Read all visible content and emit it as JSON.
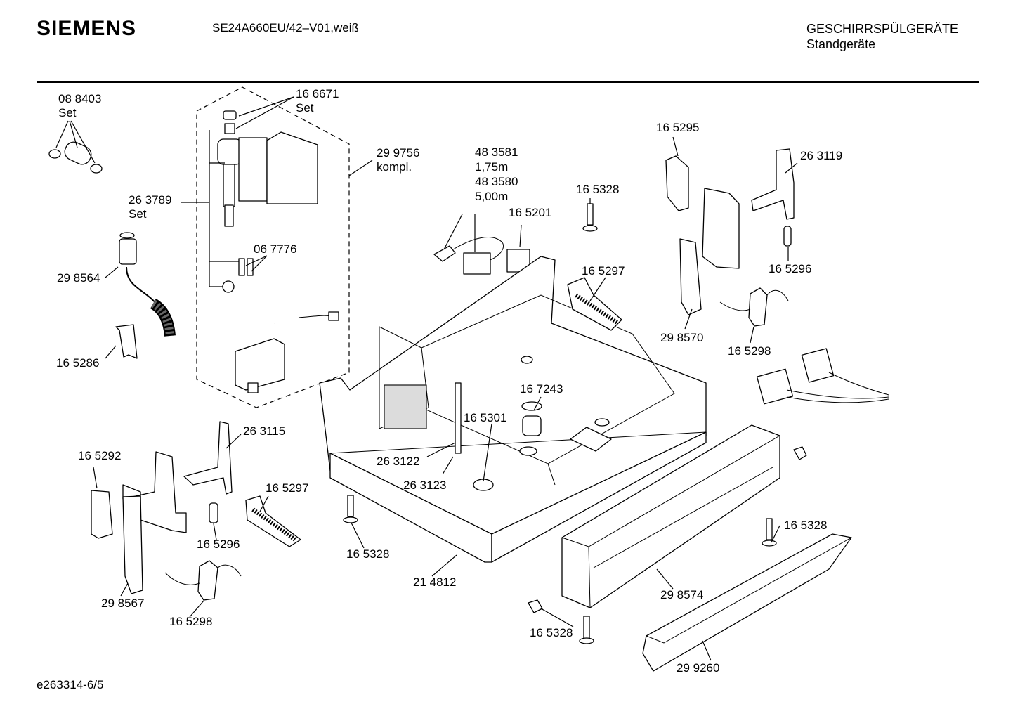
{
  "header": {
    "brand": "SIEMENS",
    "model": "SE24A660EU/42–V01,weiß",
    "category_line1": "GESCHIRRSPÜLGERÄTE",
    "category_line2": "Standgeräte"
  },
  "footer": {
    "code": "e263314-6/5"
  },
  "parts": [
    {
      "id": "p088403",
      "lines": [
        "08 8403",
        "Set"
      ]
    },
    {
      "id": "p166671",
      "lines": [
        "16 6671",
        "Set"
      ]
    },
    {
      "id": "p299756",
      "lines": [
        "29 9756",
        "kompl."
      ]
    },
    {
      "id": "p263789",
      "lines": [
        "26 3789",
        "Set"
      ]
    },
    {
      "id": "p298564",
      "lines": [
        "29 8564"
      ]
    },
    {
      "id": "p067776",
      "lines": [
        "06 7776"
      ]
    },
    {
      "id": "p165286",
      "lines": [
        "16 5286"
      ]
    },
    {
      "id": "p483581",
      "lines": [
        "48 3581",
        "1,75m",
        "48 3580",
        "5,00m"
      ]
    },
    {
      "id": "p165201",
      "lines": [
        "16 5201"
      ]
    },
    {
      "id": "p165328a",
      "lines": [
        "16 5328"
      ]
    },
    {
      "id": "p165297a",
      "lines": [
        "16 5297"
      ]
    },
    {
      "id": "p165295",
      "lines": [
        "16 5295"
      ]
    },
    {
      "id": "p263119",
      "lines": [
        "26 3119"
      ]
    },
    {
      "id": "p165296a",
      "lines": [
        "16 5296"
      ]
    },
    {
      "id": "p298570",
      "lines": [
        "29 8570"
      ]
    },
    {
      "id": "p165298a",
      "lines": [
        "16 5298"
      ]
    },
    {
      "id": "p167243",
      "lines": [
        "16 7243"
      ]
    },
    {
      "id": "p165301",
      "lines": [
        "16 5301"
      ]
    },
    {
      "id": "p263122",
      "lines": [
        "26 3122"
      ]
    },
    {
      "id": "p263123",
      "lines": [
        "26 3123"
      ]
    },
    {
      "id": "p263115",
      "lines": [
        "26 3115"
      ]
    },
    {
      "id": "p165292",
      "lines": [
        "16 5292"
      ]
    },
    {
      "id": "p165297b",
      "lines": [
        "16 5297"
      ]
    },
    {
      "id": "p165296b",
      "lines": [
        "16 5296"
      ]
    },
    {
      "id": "p298567",
      "lines": [
        "29 8567"
      ]
    },
    {
      "id": "p165298b",
      "lines": [
        "16 5298"
      ]
    },
    {
      "id": "p165328b",
      "lines": [
        "16 5328"
      ]
    },
    {
      "id": "p214812",
      "lines": [
        "21 4812"
      ]
    },
    {
      "id": "p165328c",
      "lines": [
        "16 5328"
      ]
    },
    {
      "id": "p298574",
      "lines": [
        "29 8574"
      ]
    },
    {
      "id": "p165328d",
      "lines": [
        "16 5328"
      ]
    },
    {
      "id": "p299260",
      "lines": [
        "29 9260"
      ]
    }
  ]
}
